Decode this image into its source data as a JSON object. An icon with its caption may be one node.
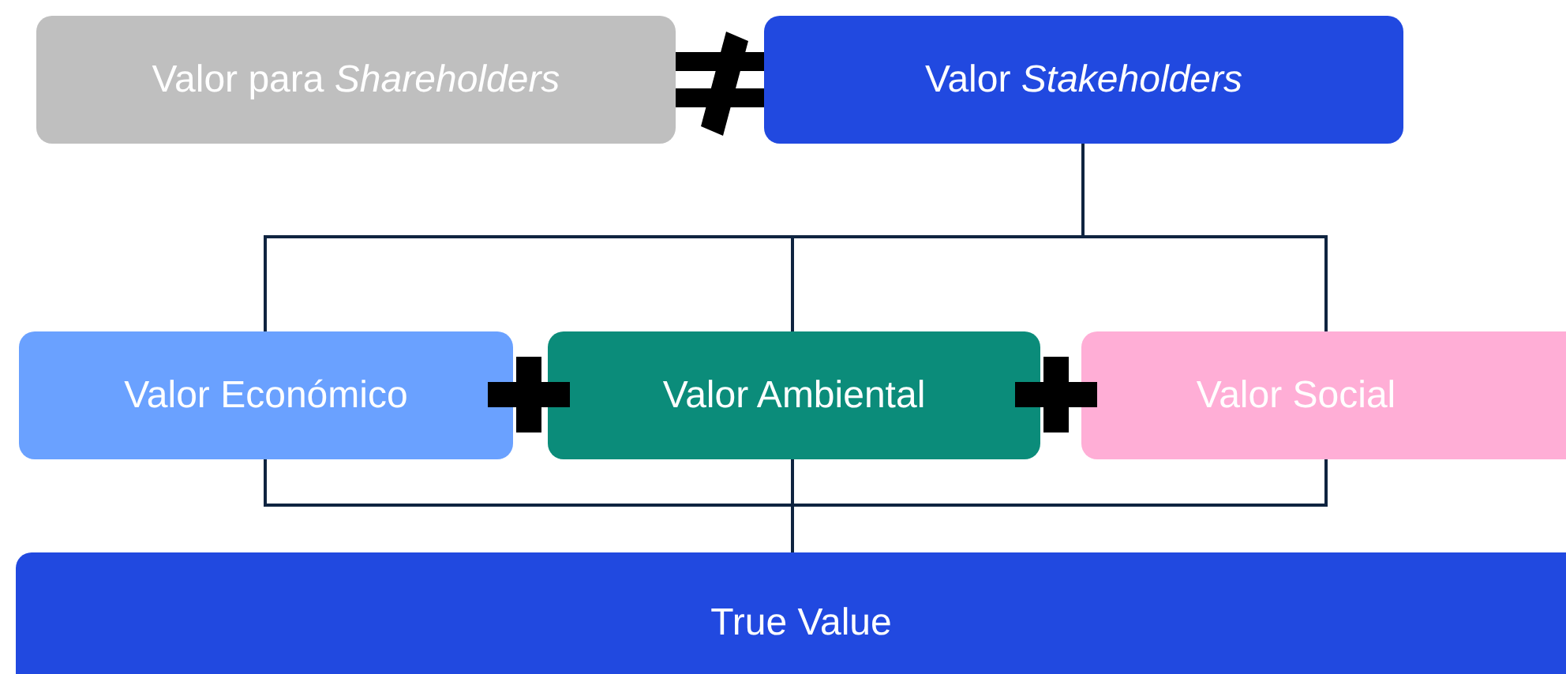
{
  "diagram": {
    "nodes": [
      {
        "text": [
          "Valor para *Shareholders*"
        ]
      },
      {
        "text": [
          "Valor *Stakeholders*"
        ]
      },
      {
        "text": [
          "Valor Económico"
        ]
      },
      {
        "text": [
          "Valor Ambiental"
        ]
      },
      {
        "text": [
          "Valor Social"
        ]
      },
      {
        "text": [
          "True Value"
        ]
      }
    ],
    "edges": [
      {
        "from": 1,
        "to": 2,
        "arrow": "none"
      },
      {
        "from": 1,
        "to": 3,
        "arrow": "none"
      },
      {
        "from": 1,
        "to": 4,
        "arrow": "none"
      },
      {
        "from": 2,
        "to": 5,
        "arrow": "none"
      },
      {
        "from": 3,
        "to": 5,
        "arrow": "none"
      },
      {
        "from": 4,
        "to": 5,
        "arrow": "none"
      }
    ]
  }
}
